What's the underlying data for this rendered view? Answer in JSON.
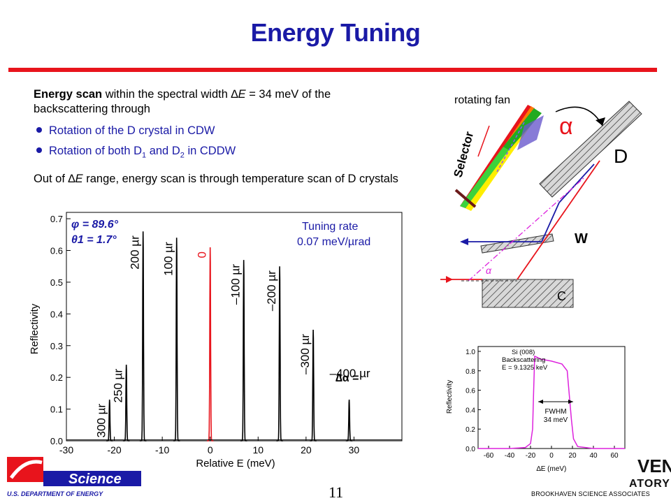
{
  "slide": {
    "title": "Energy Tuning",
    "para1_bold": "Energy scan",
    "para1_rest": " within the spectral width ",
    "para1_delta": "∆",
    "para1_E": "E",
    "para1_tail": " = 34 meV of the backscattering through",
    "bullet1": "Rotation of the D crystal in CDW",
    "bullet2_a": "Rotation of both D",
    "bullet2_sub1": "1",
    "bullet2_b": " and D",
    "bullet2_sub2": "2",
    "bullet2_c": " in CDDW",
    "para2_a": "Out of ",
    "para2_delta": "∆",
    "para2_E": "E",
    "para2_b": " range, energy scan is through temperature scan of D crystals",
    "page_number": "11",
    "footer_org": "BROOKHAVEN SCIENCE ASSOCIATES",
    "logo_text": "Science",
    "logo_sub": "U.S. DEPARTMENT OF ENERGY",
    "lab_text_1": "VEN",
    "lab_text_2": "ATORY"
  },
  "diagram": {
    "fan_label": "rotating fan",
    "selector_label": "Selector",
    "alpha": "α",
    "alpha_small": "α",
    "label_D": "D",
    "label_W": "W",
    "label_C": "C"
  },
  "chart_data": [
    {
      "type": "line",
      "xlabel": "Relative E (meV)",
      "ylabel": "Reflectivity",
      "xlim": [
        -30,
        40
      ],
      "ylim": [
        0,
        0.72
      ],
      "xticks": [
        -30,
        -20,
        -10,
        0,
        10,
        20,
        30
      ],
      "yticks": [
        0.0,
        0.1,
        0.2,
        0.3,
        0.4,
        0.5,
        0.6,
        0.7
      ],
      "annotation_phi": "φ = 89.6°",
      "annotation_theta": "θ1 = 1.7°",
      "annotation_rate_1": "Tuning rate",
      "annotation_rate_2": "0.07 meV/µrad",
      "annotation_dalpha": "∆α =",
      "peaks": [
        {
          "x": -21,
          "y": 0.13,
          "label": "300 µr",
          "color": "#000000"
        },
        {
          "x": -17.5,
          "y": 0.24,
          "label": "250 µr",
          "color": "#000000"
        },
        {
          "x": -14,
          "y": 0.66,
          "label": "200 µr",
          "color": "#000000"
        },
        {
          "x": -7,
          "y": 0.64,
          "label": "100 µr",
          "color": "#000000"
        },
        {
          "x": 0,
          "y": 0.61,
          "label": "0",
          "color": "#e8141c"
        },
        {
          "x": 7,
          "y": 0.57,
          "label": "–100 µr",
          "color": "#000000"
        },
        {
          "x": 14.5,
          "y": 0.55,
          "label": "–200 µr",
          "color": "#000000"
        },
        {
          "x": 21.5,
          "y": 0.35,
          "label": "–300 µr",
          "color": "#000000"
        },
        {
          "x": 29,
          "y": 0.13,
          "label": "–400 µr",
          "color": "#000000"
        }
      ]
    },
    {
      "type": "line",
      "xlabel": "∆E (meV)",
      "ylabel": "Reflectivity",
      "xlim": [
        -70,
        70
      ],
      "ylim": [
        0,
        1.05
      ],
      "xticks": [
        -60,
        -40,
        -20,
        0,
        20,
        40,
        60
      ],
      "yticks": [
        0.0,
        0.2,
        0.4,
        0.6,
        0.8,
        1.0
      ],
      "legend_1": "Si (008)",
      "legend_2": "Backscattering",
      "legend_3": "E = 9.1325 keV",
      "fwhm_1": "FWHM",
      "fwhm_2": "34 meV",
      "series": [
        {
          "x": [
            -70,
            -40,
            -25,
            -20,
            -18,
            -17,
            -16,
            -10,
            0,
            10,
            15,
            17,
            19,
            21,
            25,
            40,
            70
          ],
          "y": [
            0,
            0,
            0.01,
            0.05,
            0.2,
            0.6,
            0.95,
            0.92,
            0.9,
            0.87,
            0.8,
            0.55,
            0.3,
            0.1,
            0.02,
            0,
            0
          ]
        }
      ],
      "color": "#dd22dd"
    }
  ]
}
